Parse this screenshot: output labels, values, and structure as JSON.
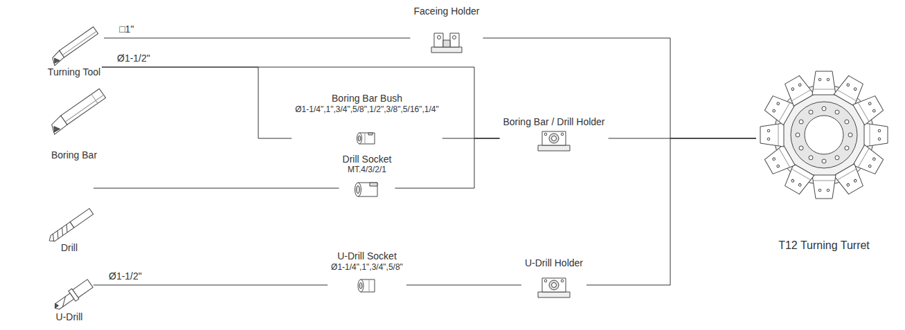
{
  "diagram": {
    "nodes": [
      {
        "text": [
          "Turning Tool"
        ]
      },
      {
        "text": [
          "Boring Bar"
        ]
      },
      {
        "text": [
          "Drill"
        ]
      },
      {
        "text": [
          "U-Drill"
        ]
      },
      {
        "text": [
          "Faceing Holder"
        ]
      },
      {
        "text": [
          "Boring Bar Bush",
          "Ø1-1/4\",1\",3/4\",5/8\",1/2\",3/8\",5/16\",1/4\""
        ]
      },
      {
        "text": [
          "Drill Socket",
          "MT.4/3/2/1"
        ]
      },
      {
        "text": [
          "U-Drill Socket",
          "Ø1-1/4\",1\",3/4\",5/8\""
        ]
      },
      {
        "text": [
          "Boring Bar / Drill Holder"
        ]
      },
      {
        "text": [
          "U-Drill Holder"
        ]
      },
      {
        "text": [
          "T12 Turning Turret"
        ]
      }
    ],
    "edges": [
      {
        "from": 0,
        "to": 4,
        "arrow": "none",
        "label": "□1\""
      },
      {
        "from": 1,
        "to": 8,
        "arrow": "none",
        "label": "Ø1-1/2\""
      },
      {
        "from": 1,
        "to": 5,
        "arrow": "none"
      },
      {
        "from": 5,
        "to": 8,
        "arrow": "none"
      },
      {
        "from": 2,
        "to": 6,
        "arrow": "none"
      },
      {
        "from": 6,
        "to": 8,
        "arrow": "none"
      },
      {
        "from": 3,
        "to": 7,
        "arrow": "none",
        "label": "Ø1-1/2\""
      },
      {
        "from": 7,
        "to": 9,
        "arrow": "none"
      },
      {
        "from": 4,
        "to": 10,
        "arrow": "none"
      },
      {
        "from": 8,
        "to": 10,
        "arrow": "none"
      },
      {
        "from": 9,
        "to": 10,
        "arrow": "none"
      }
    ]
  }
}
